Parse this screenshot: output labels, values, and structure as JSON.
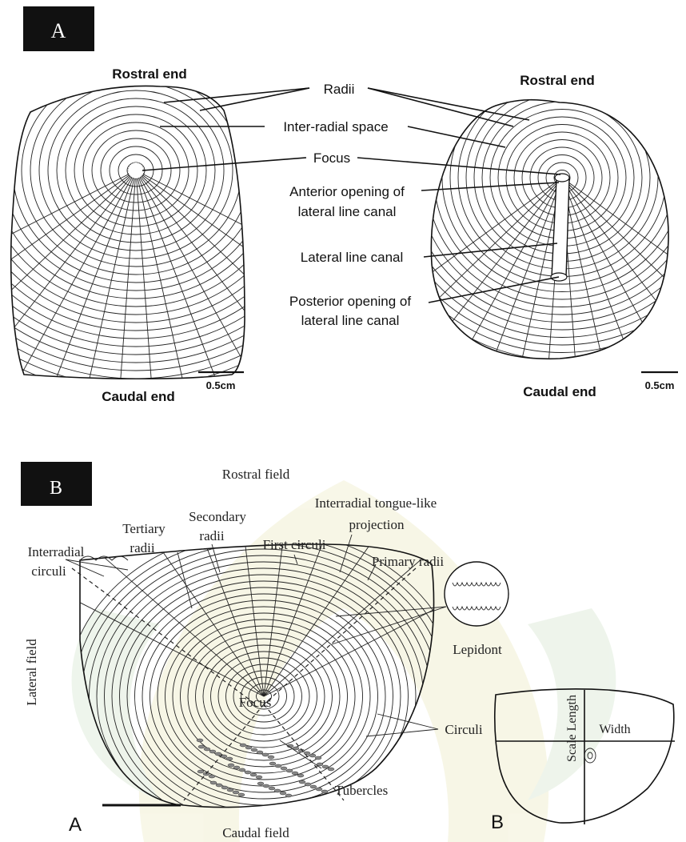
{
  "panel_a": {
    "badge": "A",
    "left_scale": {
      "rostral_end": "Rostral end",
      "caudal_end": "Caudal end",
      "scale_bar": "0.5cm"
    },
    "right_scale": {
      "rostral_end": "Rostral end",
      "caudal_end": "Caudal end",
      "scale_bar": "0.5cm"
    },
    "labels": {
      "radii": "Radii",
      "inter_radial_space": "Inter-radial space",
      "focus": "Focus",
      "anterior_opening_1": "Anterior opening of",
      "anterior_opening_2": "lateral line canal",
      "lateral_line_canal": "Lateral line canal",
      "posterior_opening_1": "Posterior opening of",
      "posterior_opening_2": "lateral line canal"
    }
  },
  "panel_b": {
    "badge": "B",
    "labels": {
      "rostral_field": "Rostral field",
      "interradial_tongue_1": "Interradial tongue-like",
      "interradial_tongue_2": "projection",
      "secondary_radii_1": "Secondary",
      "secondary_radii_2": "radii",
      "tertiary_radii_1": "Tertiary",
      "tertiary_radii_2": "radii",
      "first_circuli": "First circuli",
      "primary_radii": "Primary radii",
      "interradial_circuli_1": "Interradial",
      "interradial_circuli_2": "circuli",
      "lateral_field": "Lateral field",
      "lepidont": "Lepidont",
      "focus": "Focus",
      "circuli": "Circuli",
      "tubercles": "Tubercles",
      "caudal_field": "Caudal field",
      "sub_a": "A",
      "sub_b": "B",
      "scale_length": "Scale Length",
      "width": "Width"
    }
  }
}
